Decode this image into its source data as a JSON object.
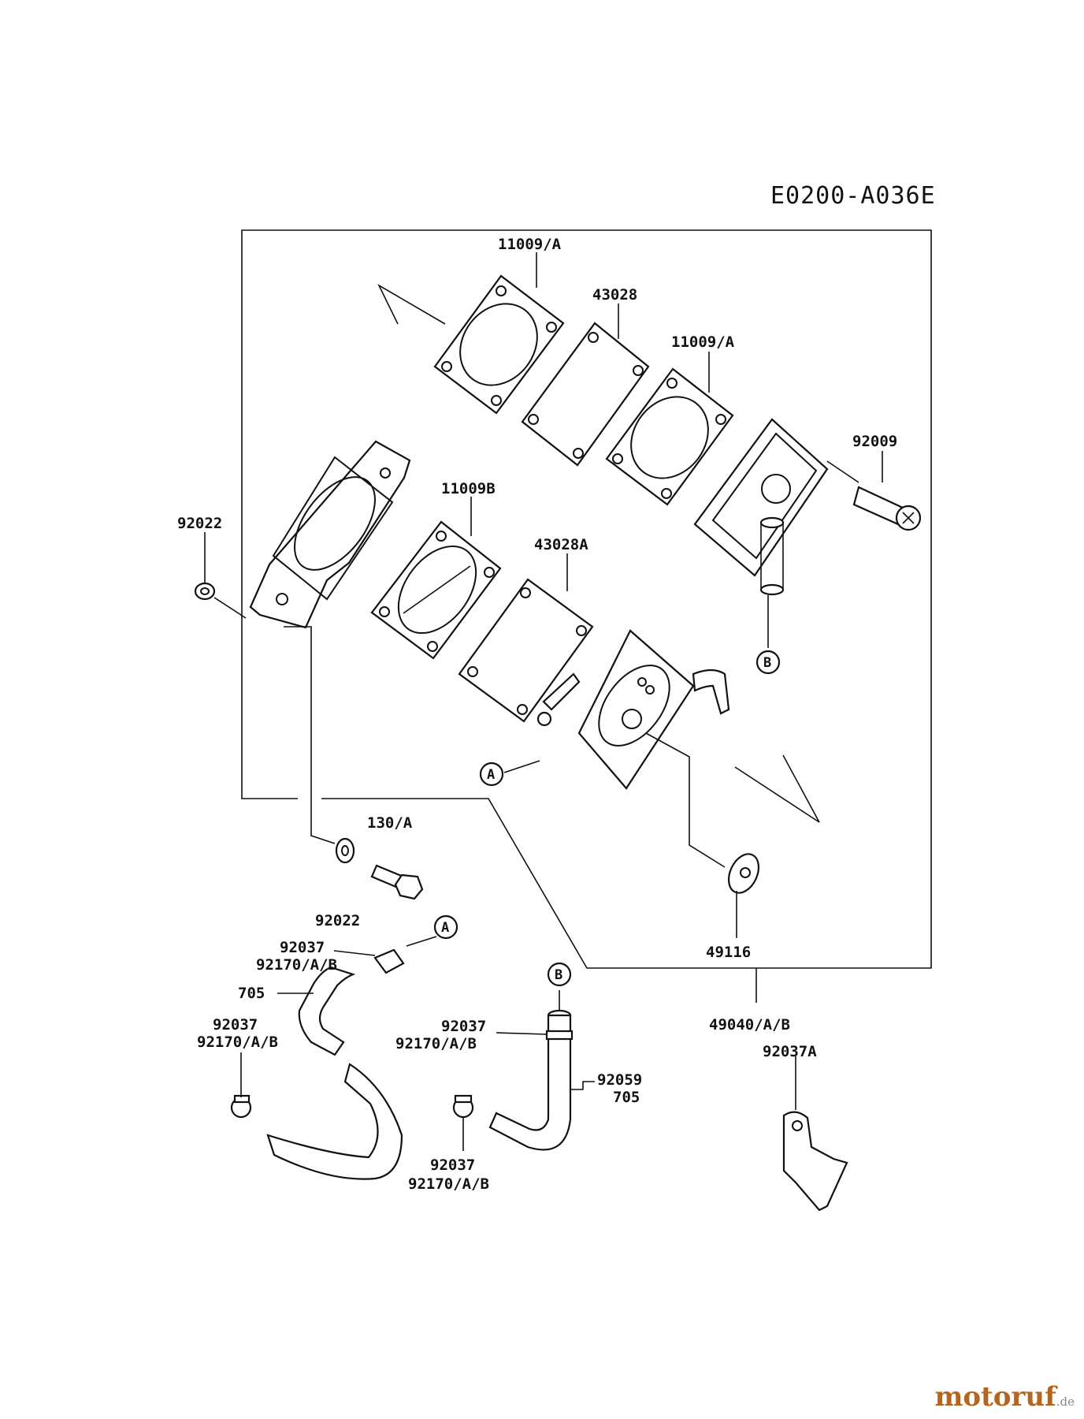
{
  "diagram_code": "E0200-A036E",
  "labels": {
    "l_11009a_top": "11009/A",
    "l_43028": "43028",
    "l_11009a_mid": "11009/A",
    "l_92009": "92009",
    "l_11009b": "11009B",
    "l_92022_left": "92022",
    "l_43028a": "43028A",
    "l_130a": "130/A",
    "l_92022_bottom": "92022",
    "l_49116": "49116",
    "l_49040": "49040/A/B",
    "l_92037a": "92037A",
    "l_92037_1": "92037",
    "l_92170_1": "92170/A/B",
    "l_705_1": "705",
    "l_92037_2": "92037",
    "l_92170_2": "92170/A/B",
    "l_92037_3": "92037",
    "l_92170_3": "92170/A/B",
    "l_92059": "92059",
    "l_705_2": "705",
    "l_92037_4": "92037",
    "l_92170_4": "92170/A/B"
  },
  "connectors": {
    "a1": "A",
    "a2": "A",
    "b1": "B",
    "b2": "B"
  },
  "watermark": {
    "brand": "motoruf",
    "tld": ".de"
  }
}
